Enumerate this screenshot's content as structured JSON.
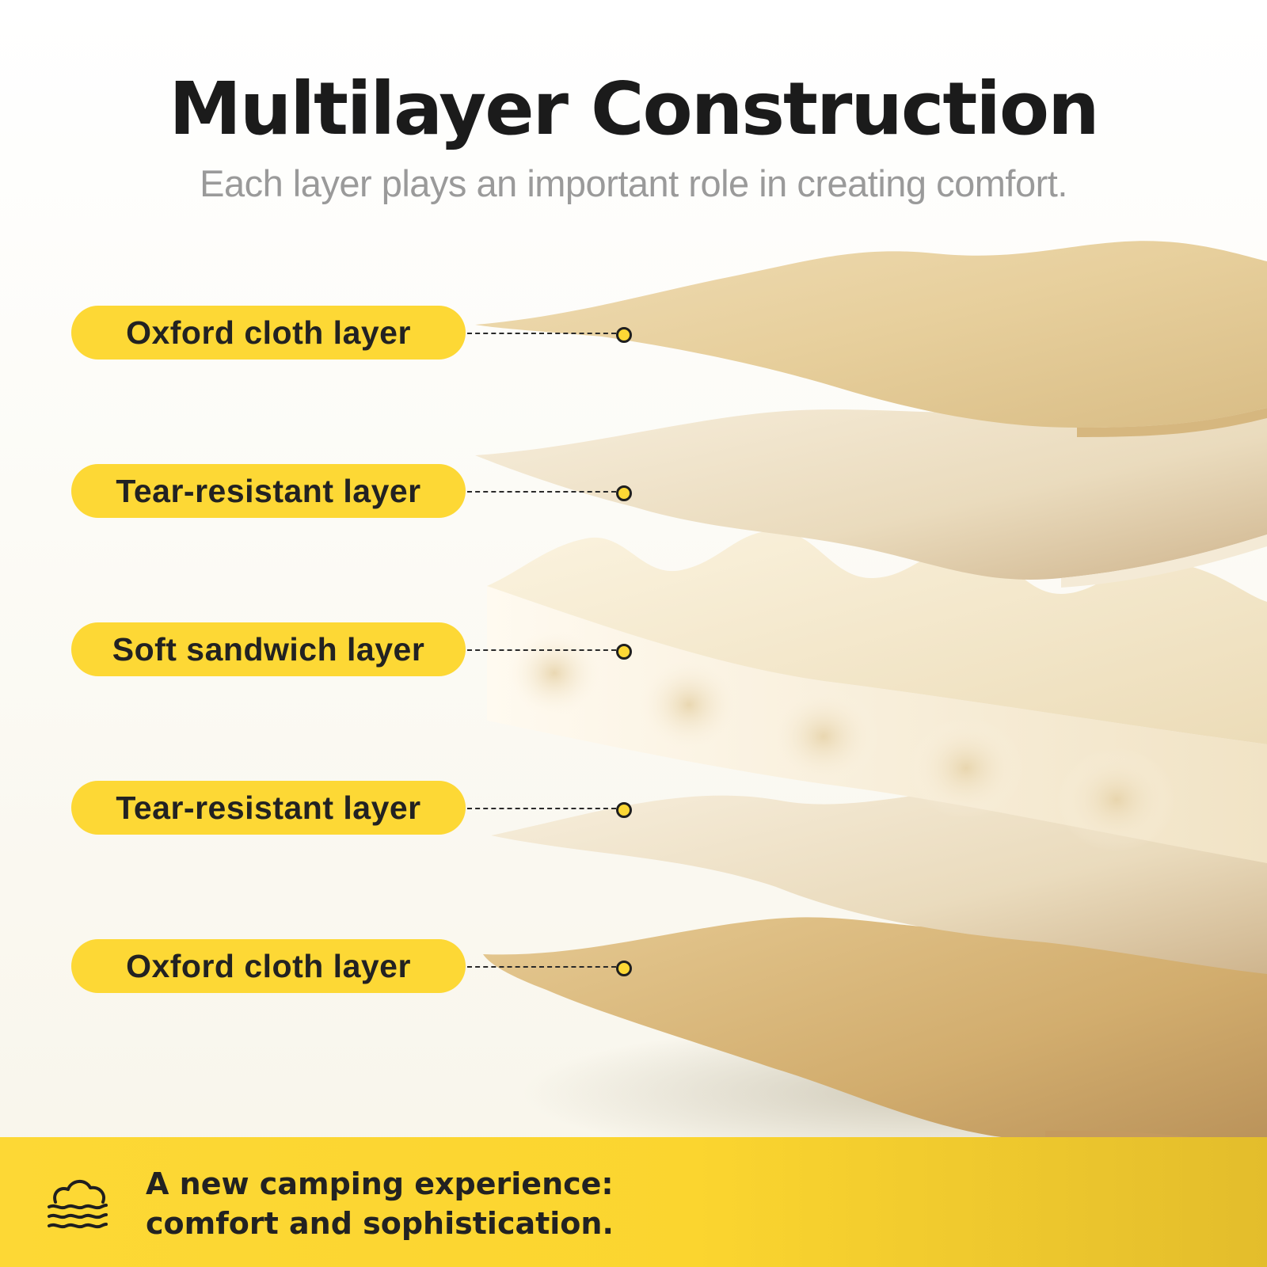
{
  "header": {
    "title": "Multilayer Construction",
    "subtitle": "Each layer plays an important role in creating comfort."
  },
  "layers": [
    {
      "label": "Oxford cloth layer"
    },
    {
      "label": "Tear-resistant layer"
    },
    {
      "label": "Soft sandwich layer"
    },
    {
      "label": "Tear-resistant layer"
    },
    {
      "label": "Oxford cloth layer"
    }
  ],
  "footer": {
    "line1": "A new camping experience:",
    "line2": "comfort and sophistication.",
    "icon": "cloud-comfort-icon"
  },
  "colors": {
    "accent": "#fdd835",
    "title": "#1b1b1b",
    "subtitle": "#9a9a9a"
  }
}
